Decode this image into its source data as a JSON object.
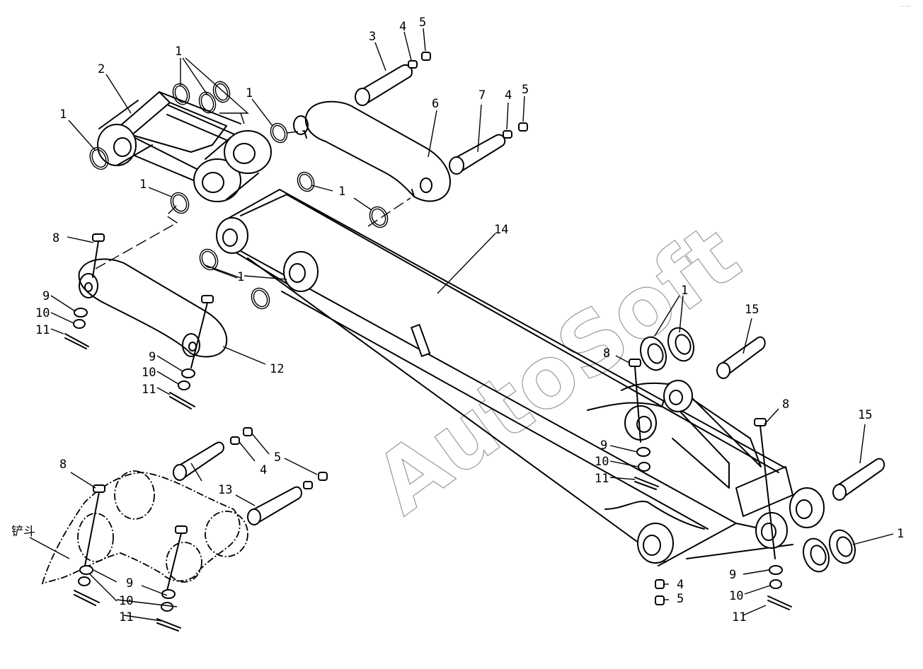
{
  "watermark": "AutoSoft",
  "corner_mark": "ᵃᵘ ˢᵒᶠᵗ",
  "bucket_label": "铲斗",
  "callouts": {
    "c1a": "1",
    "c1b": "1",
    "c1c": "1",
    "c1d": "1",
    "c1e": "1",
    "c1f": "1",
    "c1g": "1",
    "c1h": "1",
    "c2": "2",
    "c3": "3",
    "c4a": "4",
    "c4b": "4",
    "c4c": "4",
    "c4d": "4",
    "c5a": "5",
    "c5b": "5",
    "c5c": "5",
    "c5d": "5",
    "c6": "6",
    "c7": "7",
    "c8a": "8",
    "c8b": "8",
    "c8c": "8",
    "c8d": "8",
    "c9a": "9",
    "c9b": "9",
    "c9c": "9",
    "c9d": "9",
    "c9e": "9",
    "c10a": "10",
    "c10b": "10",
    "c10c": "10",
    "c10d": "10",
    "c10e": "10",
    "c11a": "11",
    "c11b": "11",
    "c11c": "11",
    "c11d": "11",
    "c11e": "11",
    "c12": "12",
    "c13": "13",
    "c14": "14",
    "c15a": "15",
    "c15b": "15"
  }
}
